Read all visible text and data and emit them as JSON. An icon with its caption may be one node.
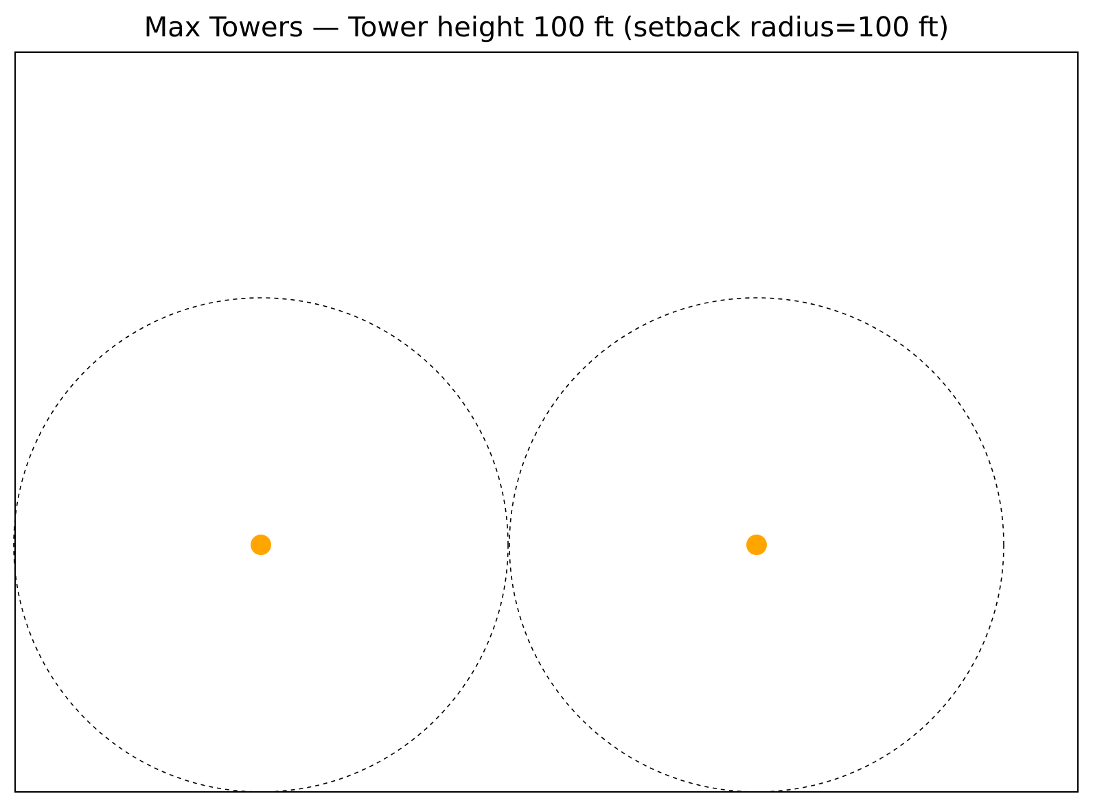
{
  "diagram": {
    "title": "Max Towers — Tower height 100 ft (setback radius=100 ft)",
    "nodes": [
      {
        "text": [],
        "shape": "box"
      },
      {
        "text": [],
        "shape": "circle",
        "in": 0
      },
      {
        "text": [],
        "shape": "circle",
        "in": 0
      },
      {
        "text": [],
        "shape": "dot",
        "in": 1
      },
      {
        "text": [],
        "shape": "dot",
        "in": 2
      }
    ]
  }
}
